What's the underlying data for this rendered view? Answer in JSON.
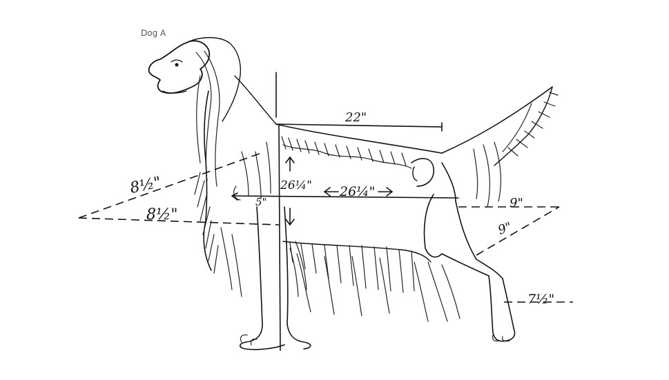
{
  "caption": "Dog A",
  "measurements": {
    "back_length": "22\"",
    "shoulder_angle_upper": "8½\"",
    "shoulder_angle_lower": "8½\"",
    "height_upper": "26¼\"",
    "body_length": "26¼\"",
    "chest_depth": "5\"",
    "upper_thigh": "9\"",
    "lower_thigh": "9\"",
    "hock": "7½\""
  }
}
